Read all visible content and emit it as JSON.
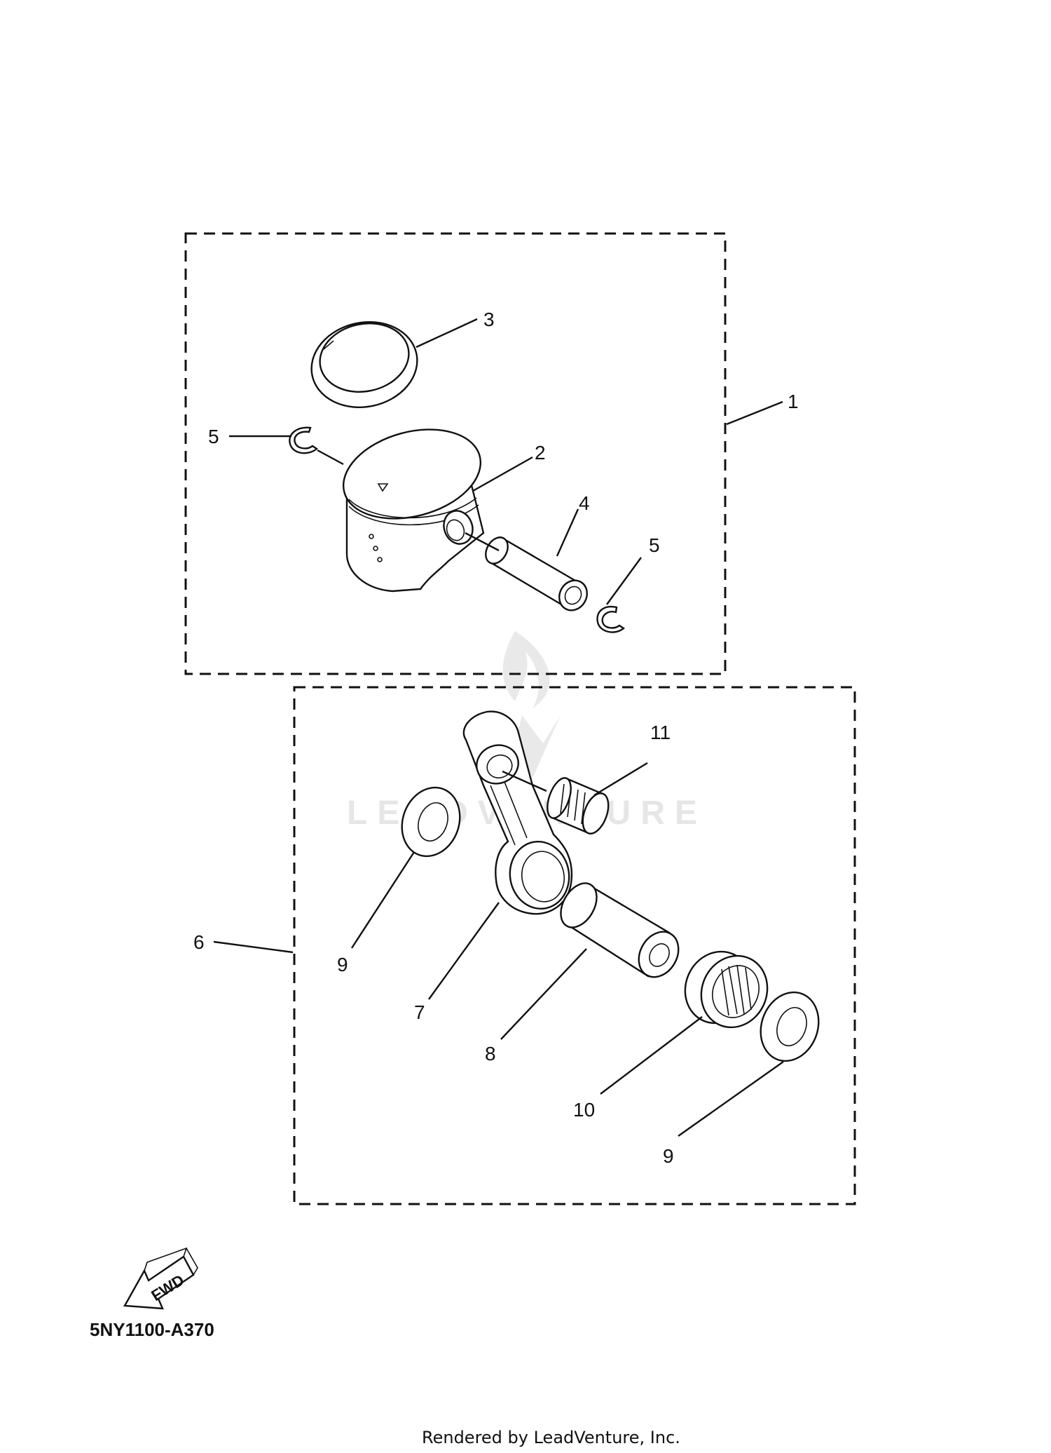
{
  "diagram_code": "5NY1100-A370",
  "footer": "Rendered by LeadVenture, Inc.",
  "fwd_label": "FWD",
  "watermark_text": "LEADVENTURE",
  "callouts": {
    "c1": "1",
    "c2": "2",
    "c3": "3",
    "c4": "4",
    "c5a": "5",
    "c5b": "5",
    "c6": "6",
    "c7": "7",
    "c8": "8",
    "c9a": "9",
    "c9b": "9",
    "c10": "10",
    "c11": "11"
  }
}
